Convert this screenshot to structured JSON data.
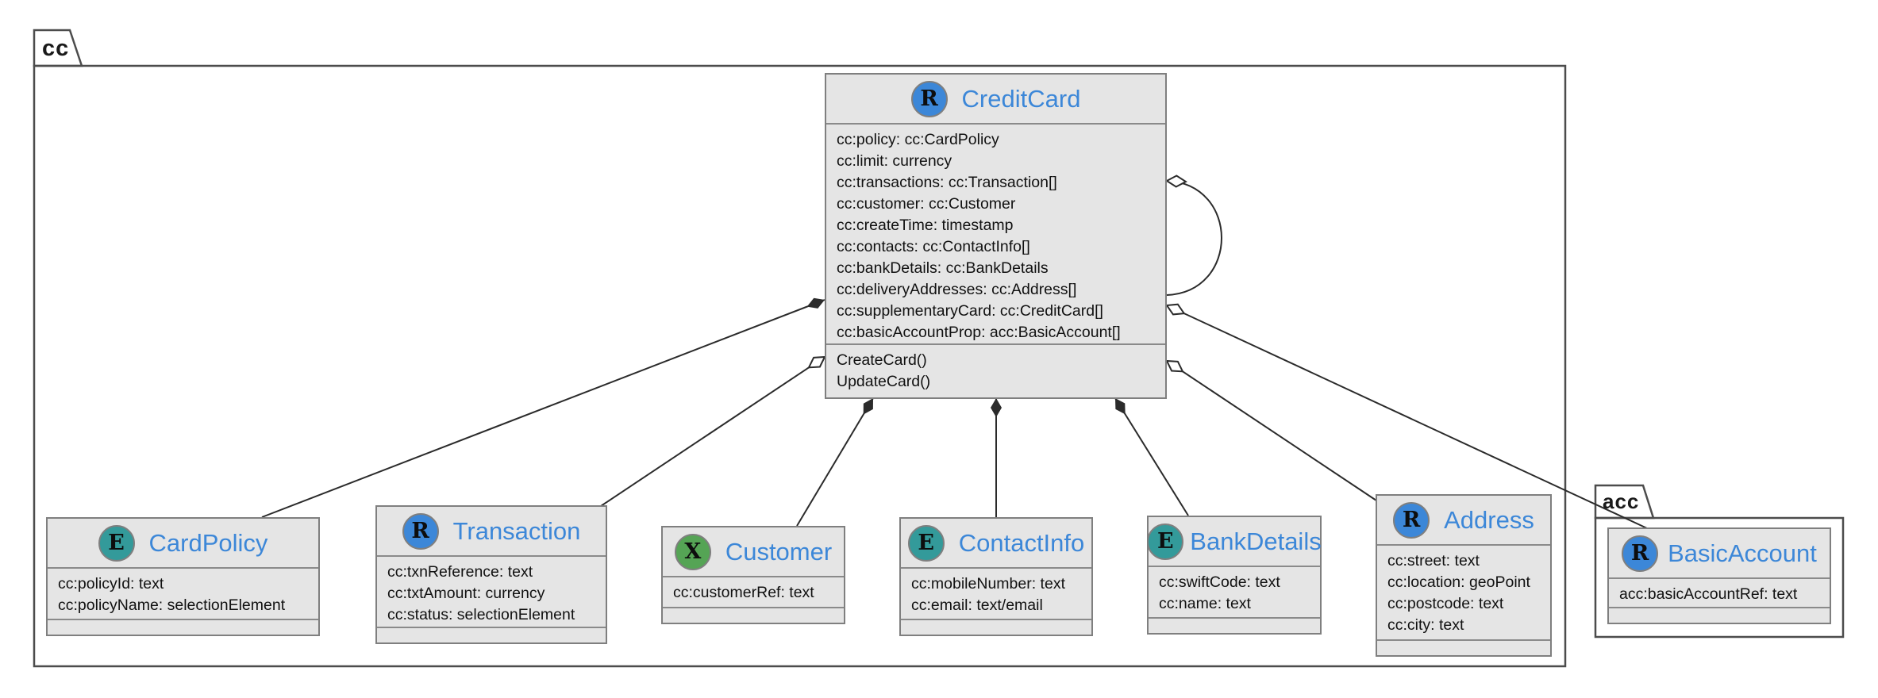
{
  "packages": {
    "cc": {
      "label": "cc"
    },
    "acc": {
      "label": "acc"
    }
  },
  "classes": {
    "creditCard": {
      "letter": "R",
      "name": "CreditCard",
      "attributes": [
        "cc:policy: cc:CardPolicy",
        "cc:limit: currency",
        "cc:transactions: cc:Transaction[]",
        "cc:customer: cc:Customer",
        "cc:createTime: timestamp",
        "cc:contacts: cc:ContactInfo[]",
        "cc:bankDetails: cc:BankDetails",
        "cc:deliveryAddresses: cc:Address[]",
        "cc:supplementaryCard: cc:CreditCard[]",
        "cc:basicAccountProp: acc:BasicAccount[]"
      ],
      "methods": [
        "CreateCard()",
        "UpdateCard()"
      ]
    },
    "cardPolicy": {
      "letter": "E",
      "name": "CardPolicy",
      "attributes": [
        "cc:policyId: text",
        "cc:policyName: selectionElement"
      ]
    },
    "transaction": {
      "letter": "R",
      "name": "Transaction",
      "attributes": [
        "cc:txnReference: text",
        "cc:txtAmount: currency",
        "cc:status: selectionElement"
      ]
    },
    "customer": {
      "letter": "X",
      "name": "Customer",
      "attributes": [
        "cc:customerRef: text"
      ]
    },
    "contactInfo": {
      "letter": "E",
      "name": "ContactInfo",
      "attributes": [
        "cc:mobileNumber: text",
        "cc:email: text/email"
      ]
    },
    "bankDetails": {
      "letter": "E",
      "name": "BankDetails",
      "attributes": [
        "cc:swiftCode: text",
        "cc:name: text"
      ]
    },
    "address": {
      "letter": "R",
      "name": "Address",
      "attributes": [
        "cc:street: text",
        "cc:location: geoPoint",
        "cc:postcode: text",
        "cc:city: text"
      ]
    },
    "basicAccount": {
      "letter": "R",
      "name": "BasicAccount",
      "attributes": [
        "acc:basicAccountRef: text"
      ]
    }
  },
  "relations": [
    {
      "from": "CreditCard",
      "to": "CardPolicy",
      "end_marker": "filled-diamond"
    },
    {
      "from": "CreditCard",
      "to": "Transaction",
      "end_marker": "open-diamond"
    },
    {
      "from": "CreditCard",
      "to": "Customer",
      "end_marker": "filled-diamond"
    },
    {
      "from": "CreditCard",
      "to": "ContactInfo",
      "end_marker": "filled-diamond"
    },
    {
      "from": "CreditCard",
      "to": "BankDetails",
      "end_marker": "filled-diamond"
    },
    {
      "from": "CreditCard",
      "to": "Address",
      "end_marker": "open-diamond"
    },
    {
      "from": "CreditCard",
      "to": "BasicAccount",
      "end_marker": "open-diamond"
    },
    {
      "from": "CreditCard",
      "to": "CreditCard",
      "end_marker": "open-diamond-self-loop"
    }
  ],
  "colors": {
    "class_fill": "#e5e5e5",
    "class_border": "#7f7f7f",
    "package_border": "#4c4c4c",
    "title_blue": "#3c87d8",
    "badge_r_blue": "#3c87d8",
    "badge_e_teal": "#339a9a",
    "badge_x_green": "#55a455",
    "edge_color": "#2b2b2b",
    "text_color": "#111111"
  }
}
